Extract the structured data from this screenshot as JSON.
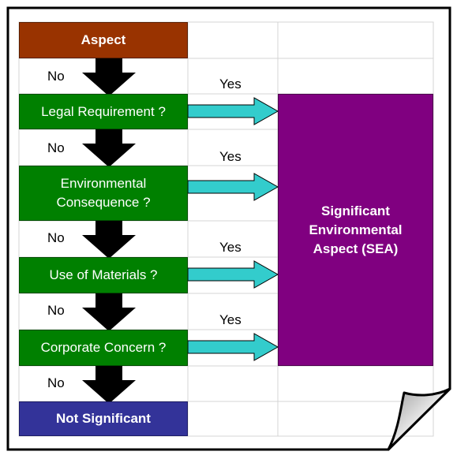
{
  "diagram": {
    "start": "Aspect",
    "questions": [
      {
        "text": "Legal Requirement ?"
      },
      {
        "text": "Environmental Consequence ?"
      },
      {
        "text": "Use of Materials ?"
      },
      {
        "text": "Corporate Concern ?"
      }
    ],
    "end": "Not Significant",
    "result": "Significant Environmental Aspect (SEA)",
    "no_label": "No",
    "yes_label": "Yes"
  },
  "colors": {
    "start": "#993300",
    "question": "#008000",
    "end": "#333399",
    "result": "#800080",
    "yes_arrow": "#33CCCC",
    "no_arrow": "#000000",
    "grid": "#d4d4d4"
  }
}
